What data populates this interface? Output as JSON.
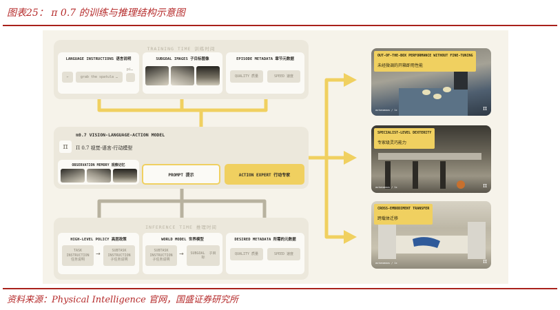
{
  "header": {
    "title": "图表25： π 0.7 的训练与推理结构示意图"
  },
  "source": "资料来源：Physical Intelligence 官网，国盛证券研究所",
  "colors": {
    "accent_yellow": "#f0d060",
    "arrow_gray": "#b8b29f",
    "rule_red": "#a8201a"
  },
  "training": {
    "title": "TRAINING TIME  训练时间",
    "language": {
      "title": "LANGUAGE INSTRUCTIONS  语言说明",
      "prev": "←",
      "text": "grab the spatula …",
      "pick": "pi…"
    },
    "subgoal": {
      "title": "SUBGOAL IMAGES  子目标图像"
    },
    "episode": {
      "title": "EPISODE METADATA  章节元数据",
      "quality": "QUALITY  质量",
      "speed": "SPEED  速度"
    }
  },
  "model": {
    "icon": "π",
    "title": "π0.7 VISION-LANGUAGE-ACTION MODEL",
    "subtitle": "Π 0.7 视觉-语言-行动模型",
    "obs": "OBSERVATION MEMORY  观察记忆",
    "prompt": "PROMPT  提示",
    "action": "ACTION EXPERT  行动专家"
  },
  "inference": {
    "title": "INFERENCE TIME  推理时间",
    "hlp": {
      "title": "HIGH-LEVEL POLICY  高层政策",
      "task": "TASK\nINSTRUCTION\n任务说明",
      "arrow": "→",
      "subtask": "SUBTASK\nINSTRUCTION\n子任务说明"
    },
    "world": {
      "title": "WORLD MODEL  世界模型",
      "subtask": "SUBTASK\nINSTRUCTION\n子任务说明",
      "arrow": "→",
      "subgoal": "SUBGOAL  子目\n标"
    },
    "desired": {
      "title": "DESIRED METADATA  所需的元数据",
      "quality": "QUALITY  质量",
      "speed": "SPEED  速度"
    }
  },
  "outputs": [
    {
      "en": "OUT-OF-THE-BOX PERFORMANCE WITHOUT FINE-TUNING",
      "cn": "未经微调的开箱即用性能",
      "caption": "autonomous / 1x",
      "mark": "π"
    },
    {
      "en": "SPECIALIST-LEVEL DEXTERITY",
      "cn": "专家级灵巧能力",
      "caption": "autonomous / 1x",
      "mark": "π"
    },
    {
      "en": "CROSS-EMBODIMENT TRANSFER",
      "cn": "跨载体迁移",
      "caption": "autonomous / 1x",
      "mark": "π"
    }
  ]
}
